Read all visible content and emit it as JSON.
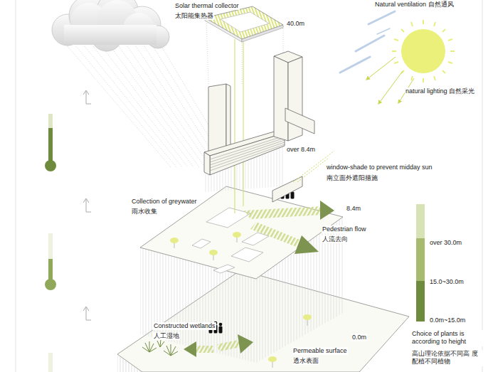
{
  "diagram": {
    "labels": [
      "Solar thermal collector",
      "太阳能集热器",
      "40.0m",
      "Natural ventilation 自然通风",
      "natural lighting 自然采光",
      "over 8.4m",
      "window-shade to prevent midday sun",
      "南立面外遮阳措施",
      "Collection of greywater",
      "雨水收集",
      "8.4m",
      "Pedestrian flow",
      "人流去向",
      "Constructed wetlands",
      "人工湿地",
      "0.0m",
      "Permeable surface",
      "透水表面",
      "Choice of plants is according to height",
      "高山理论依据不同高 度配植不同植物"
    ],
    "legend": [
      {
        "text": "over 30.0m",
        "color": "#d9e2b5"
      },
      {
        "text": "15.0~30.0m",
        "color": "#a7ba6e"
      },
      {
        "text": "0.0m~15.0m",
        "color": "#6e8b3d"
      }
    ]
  }
}
